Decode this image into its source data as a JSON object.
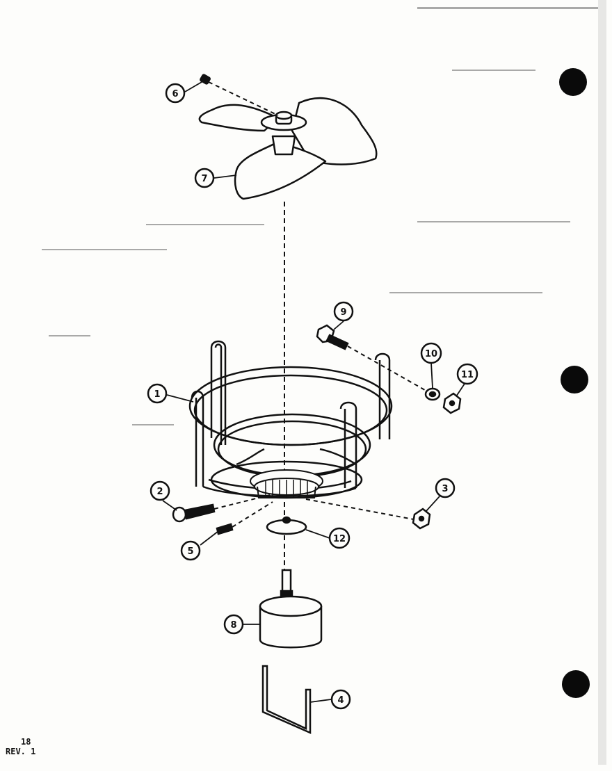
{
  "callouts": [
    {
      "id": "c6a",
      "label": "6"
    },
    {
      "id": "c7",
      "label": "7"
    },
    {
      "id": "c9",
      "label": "9"
    },
    {
      "id": "c10",
      "label": "10"
    },
    {
      "id": "c11",
      "label": "11"
    },
    {
      "id": "c1",
      "label": "1"
    },
    {
      "id": "c2",
      "label": "2"
    },
    {
      "id": "c3",
      "label": "3"
    },
    {
      "id": "c5",
      "label": "5"
    },
    {
      "id": "c12",
      "label": "12"
    },
    {
      "id": "c8",
      "label": "8"
    },
    {
      "id": "c4",
      "label": "4"
    }
  ],
  "footer": {
    "page": "18",
    "rev": "REV. 1"
  },
  "colors": {
    "ink": "#111111",
    "paper": "#fdfdfb",
    "shade": "#e8e8e4"
  }
}
